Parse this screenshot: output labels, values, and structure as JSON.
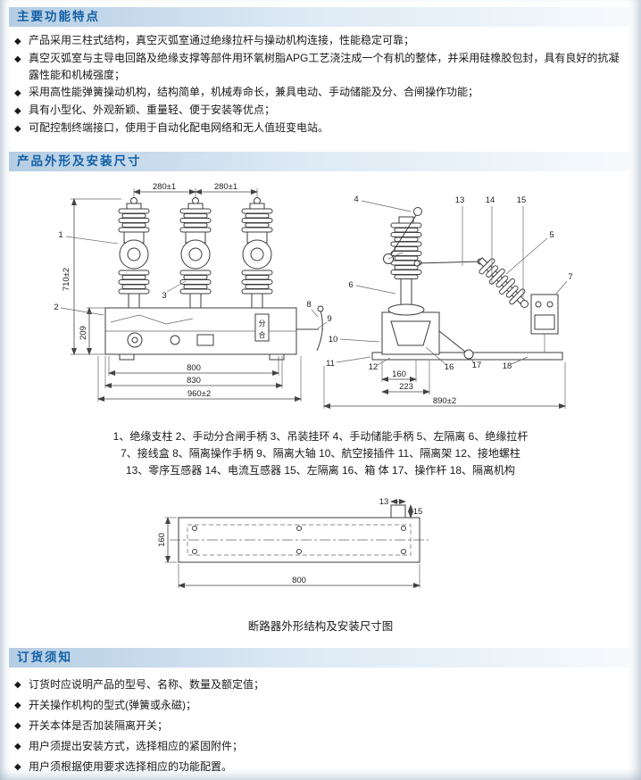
{
  "ui": {
    "bullet": "◆"
  },
  "features": {
    "title": "主要功能特点",
    "bullets": [
      "产品采用三柱式结构，真空灭弧室通过绝缘拉杆与操动机构连接，性能稳定可靠；",
      "真空灭弧室与主导电回路及绝缘支撑等部件用环氧树脂APG工艺浇注成一个有机的整体，并采用硅橡胶包封，具有良好的抗凝露性能和机械强度；",
      "采用高性能弹簧操动机构，结构简单，机械寿命长，兼具电动、手动储能及分、合闸操作功能；",
      "具有小型化、外观新颖、重量轻、便于安装等优点；",
      "可配控制终端接口，使用于自动化配电网络和无人值班变电站。"
    ]
  },
  "outline": {
    "title": "产品外形及安装尺寸",
    "parts": [
      "1、绝缘支柱 2、手动分合闸手柄 3、吊装挂环 4、手动储能手柄 5、左隔离 6、绝缘拉杆",
      "7、接线盒 8、隔离操作手柄 9、隔离大轴 10、航空接插件 11、隔离架 12、接地螺柱",
      "13、零序互感器 14、电流互感器 15、左隔离 16、箱 体 17、操作杆 18、隔离机构"
    ],
    "caption": "断路器外形结构及安装尺寸图"
  },
  "fv": {
    "d280a": "280±1",
    "d280b": "280±1",
    "d710": "710±2",
    "d209": "209",
    "d800": "800",
    "d830": "830",
    "d960": "960±2",
    "fen": "分",
    "he": "合"
  },
  "sv": {
    "d160": "160",
    "d223": "223",
    "d890": "890±2"
  },
  "tv": {
    "d13": "13",
    "d15": "15",
    "d160": "160",
    "d800": "800"
  },
  "callouts": {
    "c1": "1",
    "c2": "2",
    "c3": "3",
    "c4": "4",
    "c5": "5",
    "c6": "6",
    "c7": "7",
    "c8": "8",
    "c9": "9",
    "c10": "10",
    "c11": "11",
    "c12": "12",
    "c13": "13",
    "c14": "14",
    "c15": "15",
    "c16": "16",
    "c17": "17",
    "c18": "18"
  },
  "ordering": {
    "title": "订货须知",
    "bullets": [
      "订货时应说明产品的型号、名称、数量及额定值；",
      "开关操作机构的型式(弹簧或永磁)；",
      "开关本体是否加装隔离开关；",
      "用户须提出安装方式，选择相应的紧固附件；",
      "用户须根据使用要求选择相应的功能配置。"
    ]
  }
}
